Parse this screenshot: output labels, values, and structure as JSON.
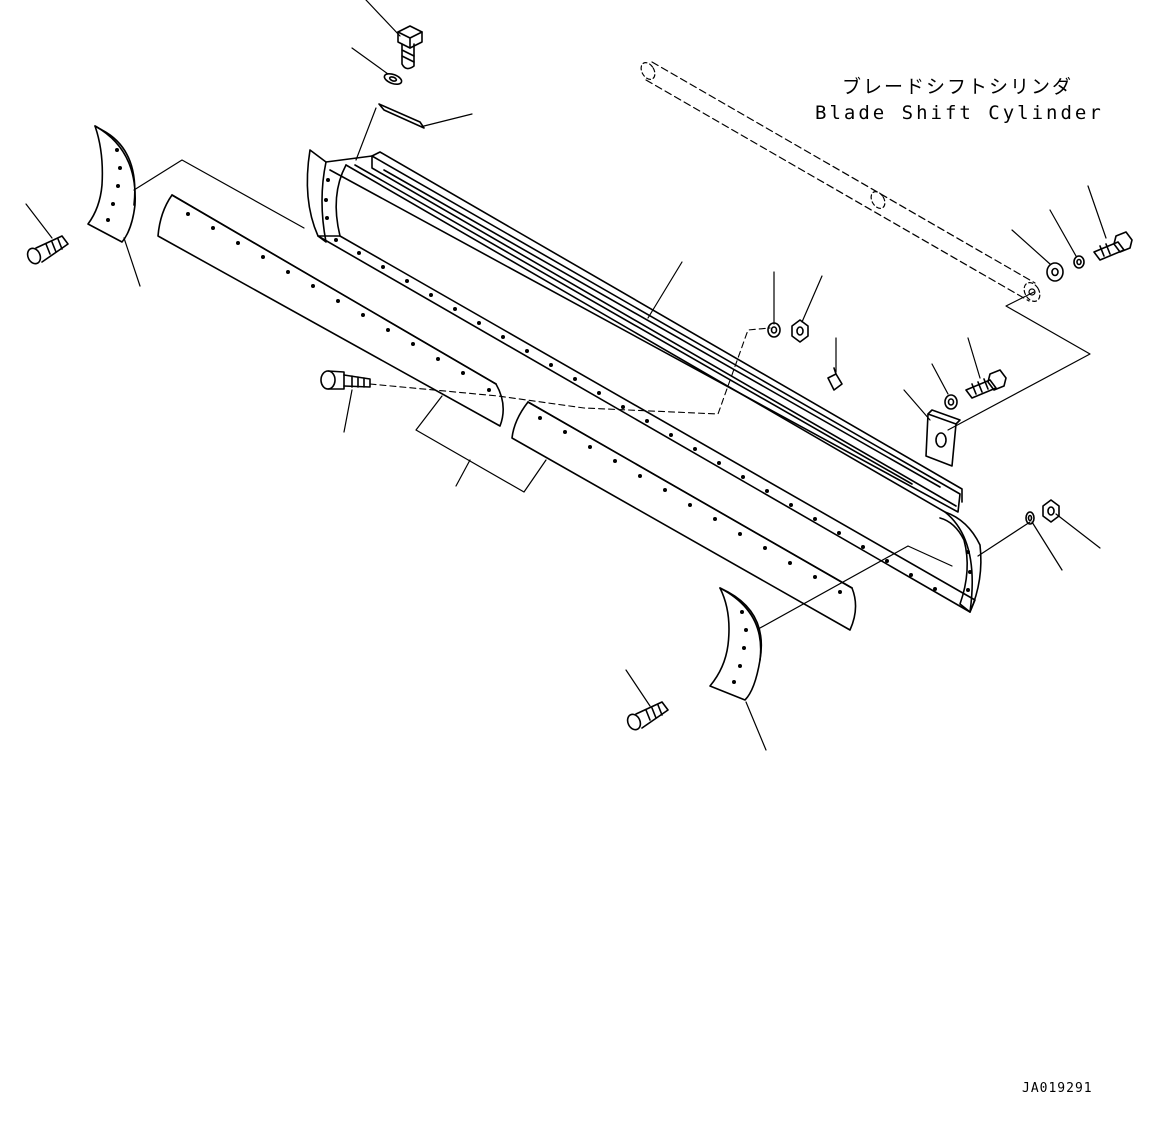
{
  "labels": {
    "cylinder_jp": "ブレードシフトシリンダ",
    "cylinder_en": "Blade Shift Cylinder",
    "figure_code": "JA019291"
  }
}
